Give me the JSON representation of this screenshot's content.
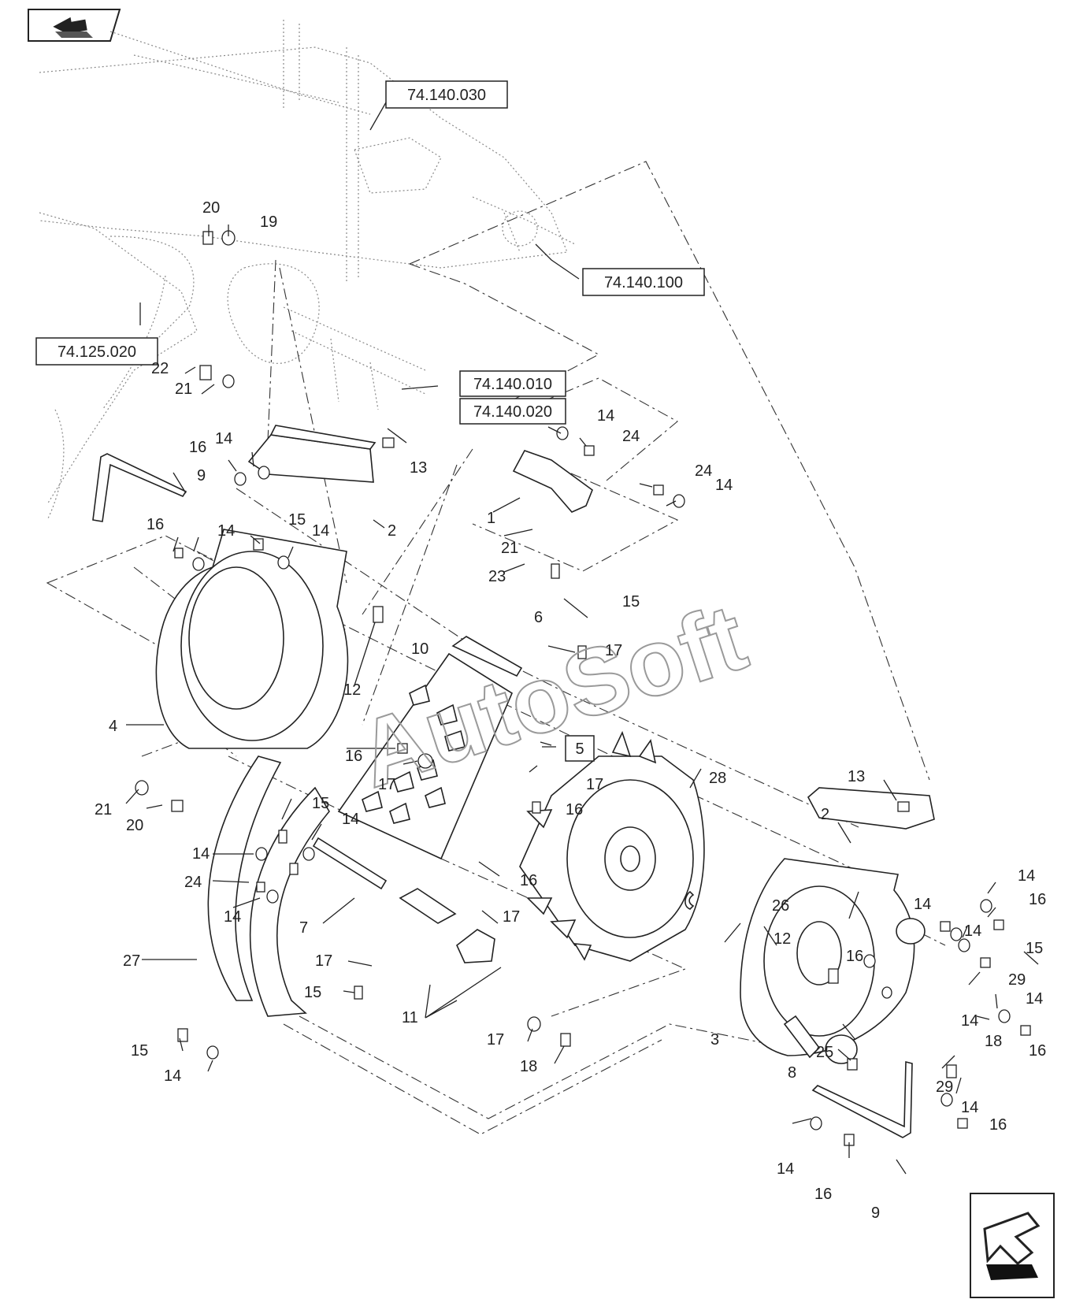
{
  "nav": {
    "prev_icon": "prev-page-arrow-icon",
    "next_icon": "next-page-arrow-icon"
  },
  "ref_boxes": {
    "r1": "74.140.030",
    "r2": "74.140.100",
    "r3": "74.125.020",
    "r4": "74.140.010",
    "r5": "74.140.020",
    "r6": "5"
  },
  "watermark": "AutoSoft",
  "callouts": {
    "c20a": "20",
    "c19": "19",
    "c22": "22",
    "c21a": "21",
    "c14a": "14",
    "c16a": "16",
    "c13a": "13",
    "c9a": "9",
    "c2a": "2",
    "c16b": "16",
    "c14b": "14",
    "c15a": "15",
    "c14c": "14",
    "c14d": "14",
    "c24a": "24",
    "c24b": "24",
    "c14e": "14",
    "c1": "1",
    "c21b": "21",
    "c23": "23",
    "c15b": "15",
    "c6": "6",
    "c10": "10",
    "c17a": "17",
    "c12a": "12",
    "c4": "4",
    "c16c": "16",
    "c17b": "17",
    "c17c": "17",
    "c16d": "16",
    "c21c": "21",
    "c20b": "20",
    "c15c": "15",
    "c14f": "14",
    "c14g": "14",
    "c24c": "24",
    "c14h": "14",
    "c16e": "16",
    "c17d": "17",
    "c7": "7",
    "c17e": "17",
    "c27": "27",
    "c15d": "15",
    "c11": "11",
    "c17f": "17",
    "c18a": "18",
    "c15e": "15",
    "c14i": "14",
    "c28": "28",
    "c13b": "13",
    "c2b": "2",
    "c14j": "14",
    "c16f": "16",
    "c26": "26",
    "c14k": "14",
    "c12b": "12",
    "c16g": "16",
    "c14l": "14",
    "c15f": "15",
    "c29a": "29",
    "c14m": "14",
    "c14n": "14",
    "c3": "3",
    "c25": "25",
    "c18b": "18",
    "c16h": "16",
    "c8": "8",
    "c29b": "29",
    "c14o": "14",
    "c16i": "16",
    "c14p": "14",
    "c16j": "16",
    "c9b": "9"
  }
}
